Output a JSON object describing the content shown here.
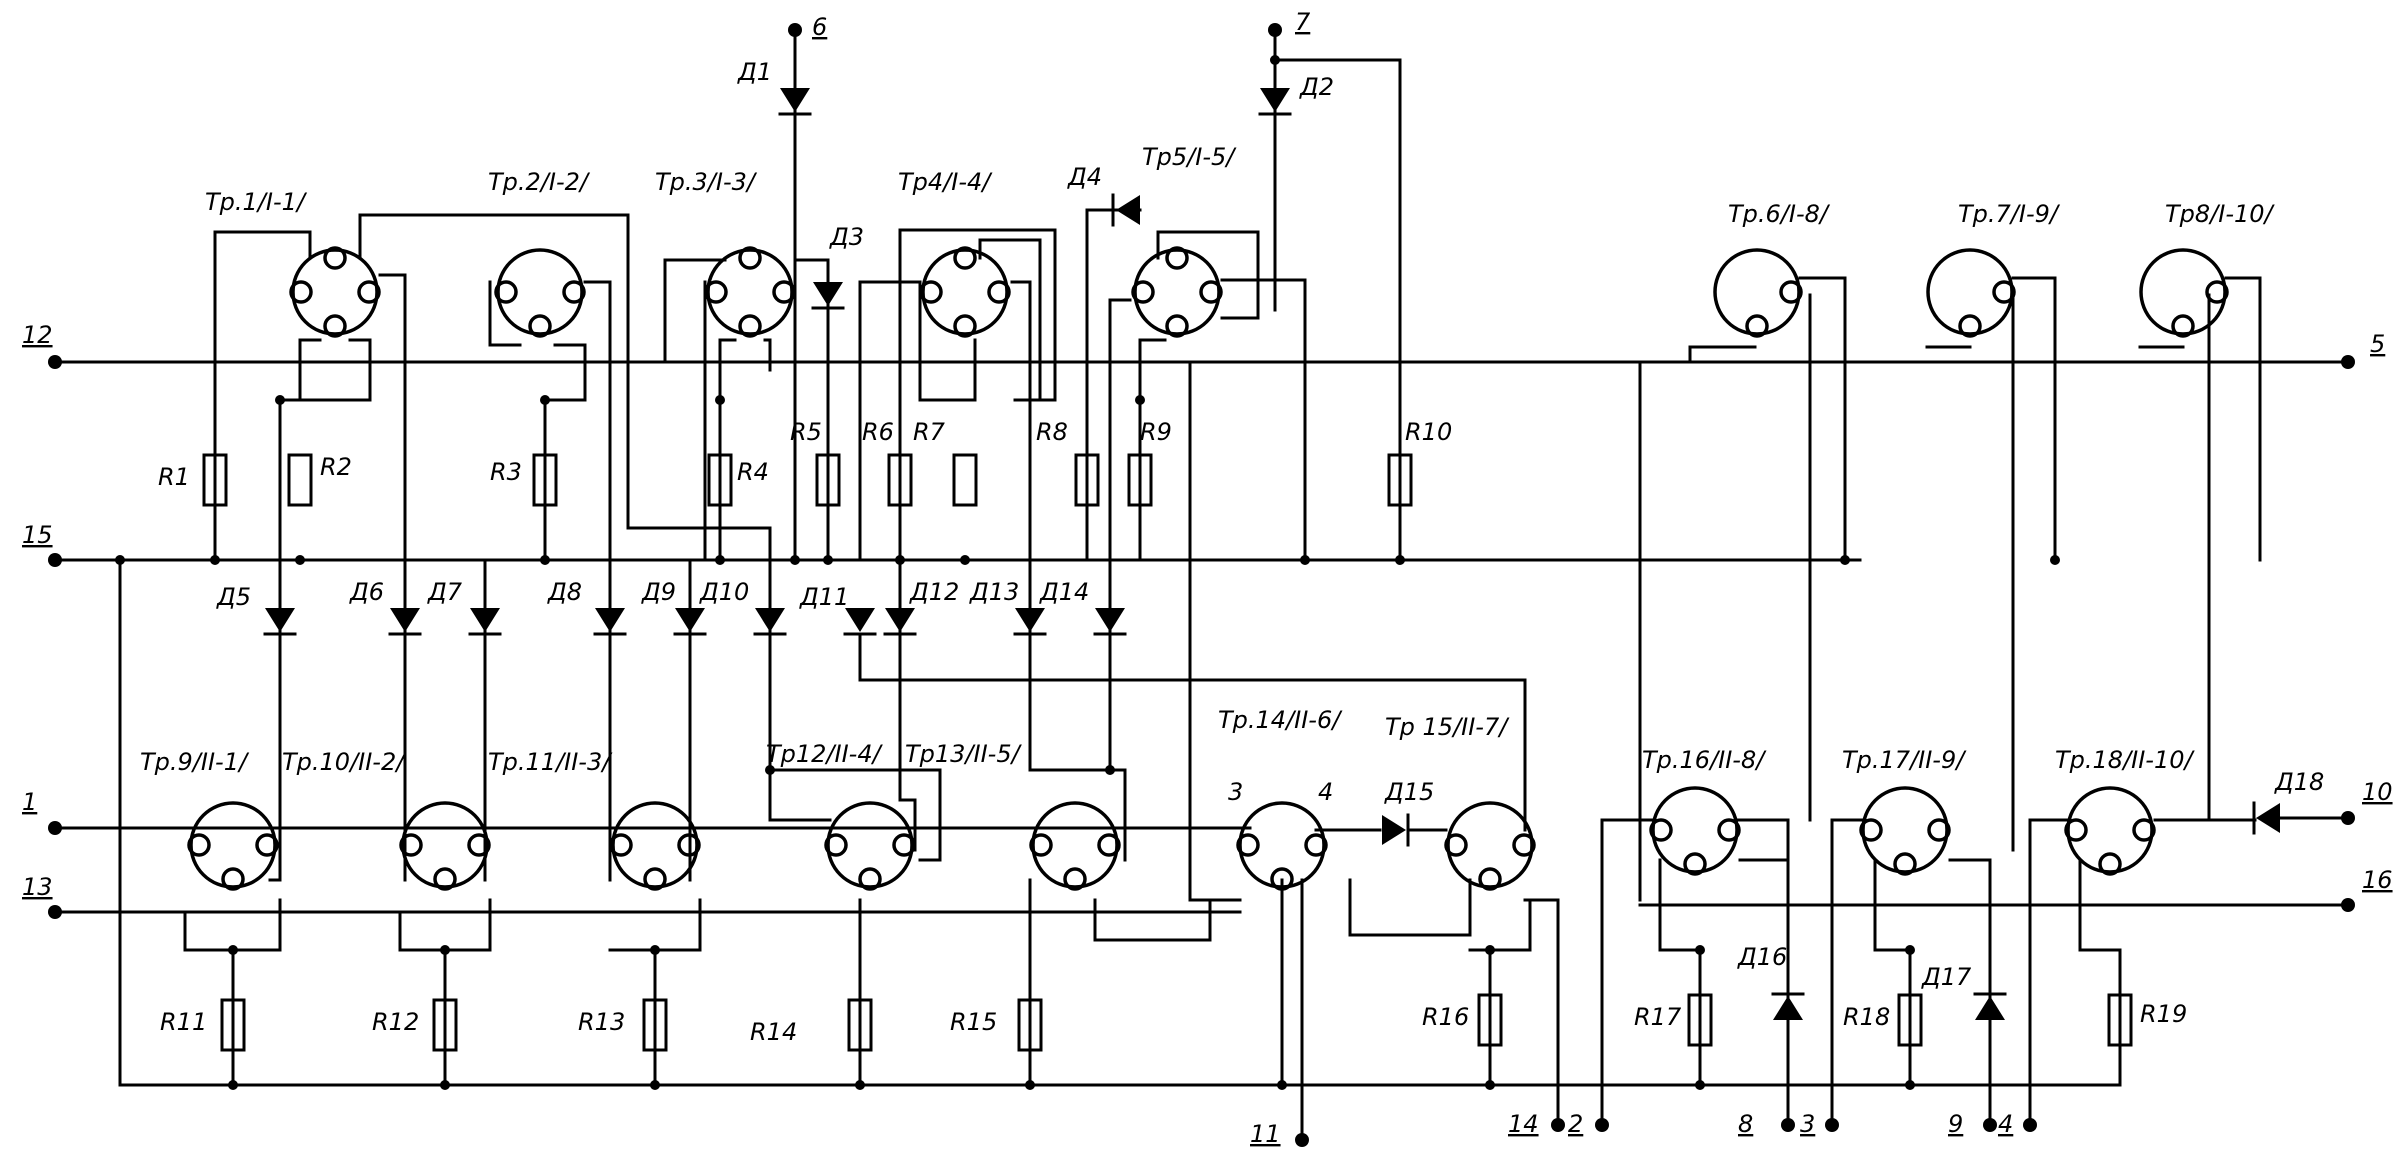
{
  "terminals": {
    "t1": "1",
    "t2": "2",
    "t3": "3",
    "t4": "4",
    "t5": "5",
    "t6": "6",
    "t7": "7",
    "t8": "8",
    "t9": "9",
    "t10": "10",
    "t11": "11",
    "t12": "12",
    "t13": "13",
    "t14": "14",
    "t15": "15",
    "t16": "16"
  },
  "tubes": {
    "tr1": "Тр.1/I-1/",
    "tr2": "Тр.2/I-2/",
    "tr3": "Тр.3/I-3/",
    "tr4": "Тр4/I-4/",
    "tr5": "Тр5/I-5/",
    "tr6": "Тр.6/I-8/",
    "tr7": "Тр.7/I-9/",
    "tr8": "Тр8/I-10/",
    "tr9": "Тр.9/II-1/",
    "tr10": "Тр.10/II-2/",
    "tr11": "Тр.11/II-3/",
    "tr12": "Тр12/II-4/",
    "tr13": "Тр13/II-5/",
    "tr14": "Тр.14/II-6/",
    "tr15": "Тр 15/II-7/",
    "tr16": "Тр.16/II-8/",
    "tr17": "Тр.17/II-9/",
    "tr18": "Тр.18/II-10/",
    "pin3": "3",
    "pin4": "4"
  },
  "diodes": {
    "d1": "Д1",
    "d2": "Д2",
    "d3": "Д3",
    "d4": "Д4",
    "d5": "Д5",
    "d6": "Д6",
    "d7": "Д7",
    "d8": "Д8",
    "d9": "Д9",
    "d10": "Д10",
    "d11": "Д11",
    "d12": "Д12",
    "d13": "Д13",
    "d14": "Д14",
    "d15": "Д15",
    "d16": "Д16",
    "d17": "Д17",
    "d18": "Д18"
  },
  "resistors": {
    "r1": "R1",
    "r2": "R2",
    "r3": "R3",
    "r4": "R4",
    "r5": "R5",
    "r6": "R6",
    "r7": "R7",
    "r8": "R8",
    "r9": "R9",
    "r10": "R10",
    "r11": "R11",
    "r12": "R12",
    "r13": "R13",
    "r14": "R14",
    "r15": "R15",
    "r16": "R16",
    "r17": "R17",
    "r18": "R18",
    "r19": "R19"
  }
}
